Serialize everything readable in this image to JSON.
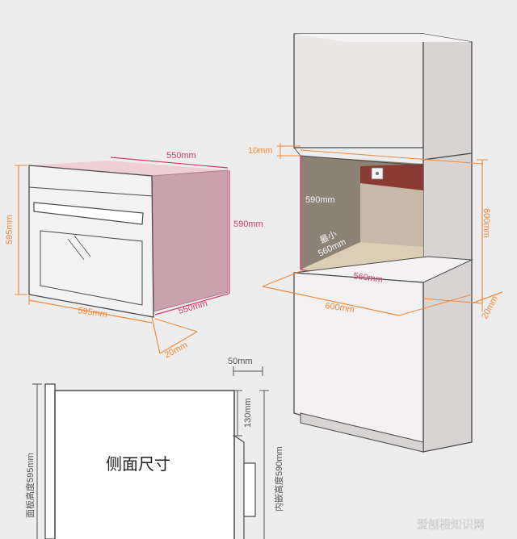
{
  "colors": {
    "background": "#ededed",
    "dimension_orange": "#f08a3c",
    "dimension_magenta": "#d63a6a",
    "dimension_dark": "#555555",
    "cavity_fill": "#c9a2ae",
    "cabinet_fill": "#e9e6e6",
    "line": "#4a4a4a"
  },
  "oven": {
    "depth_top": "550mm",
    "height_inner": "590mm",
    "height_panel": "595mm",
    "width_front": "595mm",
    "depth_bottom": "550mm",
    "door_gap": "20mm"
  },
  "cabinet": {
    "top_gap": "10mm",
    "niche_height": "590mm",
    "min_depth_line1": "最小",
    "min_depth_line2": "560mm",
    "niche_width": "560mm",
    "outer_width": "600mm",
    "outer_height": "600mm",
    "front_offset": "20mm"
  },
  "side_view": {
    "title": "侧面尺寸",
    "top_offset": "50mm",
    "handle_offset": "130mm",
    "panel_height": "面板高度595mm",
    "inner_height": "内嵌高度590mm"
  },
  "watermark": "爱刨根知识网"
}
